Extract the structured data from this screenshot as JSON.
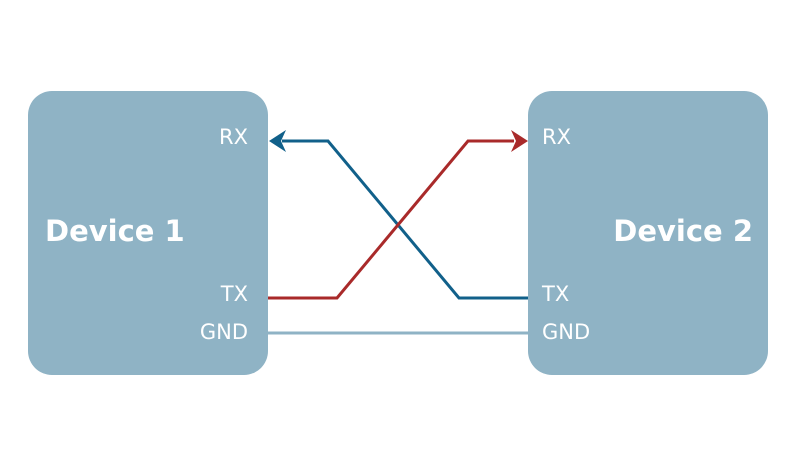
{
  "diagram": {
    "type": "uart-crossover-wiring",
    "colors": {
      "device_fill": "#8fb3c5",
      "line_device2_tx_to_device1_rx": "#11608a",
      "line_device1_tx_to_device2_rx": "#a92a2a",
      "line_gnd": "#8fb3c5",
      "text": "#ffffff"
    },
    "devices": [
      {
        "name": "Device 1",
        "pins": {
          "rx": "RX",
          "tx": "TX",
          "gnd": "GND"
        }
      },
      {
        "name": "Device 2",
        "pins": {
          "rx": "RX",
          "tx": "TX",
          "gnd": "GND"
        }
      }
    ],
    "connections": [
      {
        "from": "Device 2 TX",
        "to": "Device 1 RX",
        "color": "blue",
        "arrow": "Device 1 RX"
      },
      {
        "from": "Device 1 TX",
        "to": "Device 2 RX",
        "color": "red",
        "arrow": "Device 2 RX"
      },
      {
        "from": "Device 1 GND",
        "to": "Device 2 GND",
        "color": "light-blue",
        "arrow": "none"
      }
    ]
  }
}
